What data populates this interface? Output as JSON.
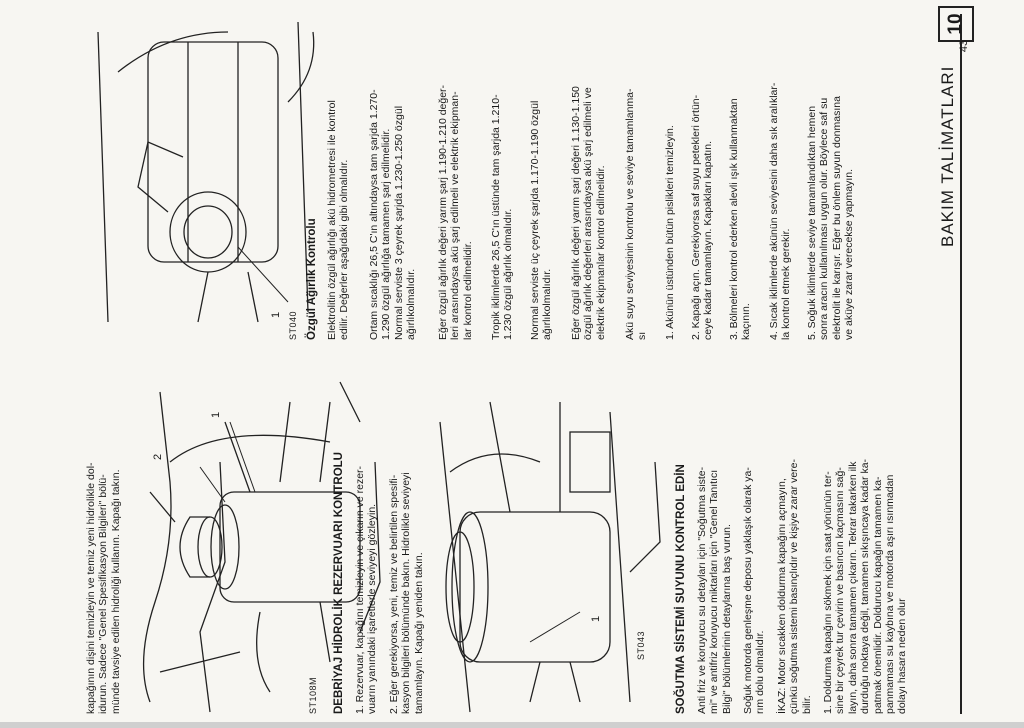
{
  "header": {
    "title": "BAKIM TALİMATLARI",
    "section_number": "10",
    "page_number": "43"
  },
  "left": {
    "intro": "kapağının dişini temizleyin ve temiz yeni hidrolikle dol-\nidurun. Sadece \"Genel Spesifikasyon Bilgileri\" bölü-\nmünde tavsiye edilen hidroliği kullanın. Kapağı takın.",
    "fig1_caption": "ST108M",
    "fig1_labels": [
      "2",
      "1"
    ],
    "clutch_heading": "DEBRİYAJ HİDROLİK REZERVUARI KONTROLU",
    "clutch_p1": "1. Rezervuar, kapağını temizleyin ve çıkarın ve rezer-\nvuarın yanındaki işaretlerle seviyeyi gözleyin.",
    "clutch_p2": "2. Eğer gerekiyorsa, yeni, temiz ve belirtilen spesifi-\nkasyon bilgileri bölümünde bakın. Hidrolikle seviyeyi\ntamamlayın. Kapağı yeniden takın.",
    "fig2_caption": "ST043",
    "fig2_labels": [
      "1"
    ],
    "cooling_heading": "SOĞUTMA SİSTEMİ SUYUNU KONTROL EDİN",
    "cooling_p1": "Anti friz ve koruyucu su detayları için \"Soğutma siste-\nmi\" ve antifriz koruyucu miktarları için \"Genel Tanıtıcı\nBilgi\" bölümlerinin detaylarına baş vurun.",
    "cooling_p2": "Soğuk motorda genleşme deposu yaklaşık olarak ya-\nrım dolu olmalıdır.",
    "cooling_p3": "İKAZ: Motor sıcakken doldurma kapağını açmayın,\nçünkü soğutma sistemi basınçlıdır ve kişiye zarar vere-\nbilir.",
    "cooling_p4": "1. Doldurma kapağını sökmek için saat yönünün ter-\nsine bir çeyrek tur çevirin ve basıncın kaçmasını sağ-\nlayın, daha sonra tamamen çıkarın. Tekrar takarken ilk\ndurduğu noktaya değil, tamamen sıkışıncaya kadar ka-\npatmak önemlidir. Doldurucu kapağın tamamen ka-\npanmaması su kaybına ve motorda aşırı ısınmadan\ndolayı hasara neden olur"
  },
  "right": {
    "fig3_caption": "ST040",
    "fig3_labels": [
      "1"
    ],
    "gravity_heading": "Özgül Ağırlık Kontrolu",
    "g_p1": "Elektrolitin özgül ağırlığı akü hidrometresi ile kontrol\nedilir. Değerler aşağıdaki gibi olmalıdır.",
    "g_p2": "Ortam sıcaklığı 26,5 C'ın altındaysa tam şarjda 1.270-\n1.290 özgül ağırlığa tamamen şarj edilmelidir.\nNormal serviste 3 çeyrek şarjda 1.230-1.250 özgül\nağırlıkolmalıdır.",
    "g_p3": "Eğer özgül ağırlık değeri yarım şarj 1.190-1.210 değer-\nleri arasındaysa akü şarj edilmeli ve elektrik ekipman-\nlar kontrol edilmelidir.",
    "g_p4": "Tropik iklimlerde 26,5 C'ın üstünde tam şarjda 1.210-\n1.230 özgül ağırlık olmalıdır.",
    "g_p5": "Normal serviste üç çeyrek şarjda 1.170-1.190 özgül\nağırlıkolmalıdır.",
    "g_p6": "Eğer özgül ağırlık değeri yarım şarj değeri 1.130-1.150\nözgül ağırlık değerleri arasındaysa akü şarj edilmeli ve\nelektrik ekipmanlar kontrol edilmelidir.",
    "g_p7": "Akü suyu seviyesinin kontrolu ve seviye tamamlanma-\nsı",
    "l_p1": "1. Akünün üstünden bütün pislikleri temizleyin.",
    "l_p2": "2. Kapağı açın. Gerekiyorsa saf suyu petekleri örtün-\nceye kadar tamamlayın. Kapakları kapatın.",
    "l_p3": "3. Bölmeleri kontrol ederken alevli ışık kullanmaktan\nkaçının.",
    "l_p4": "4. Sıcak iklimlerde akünün seviyesini daha sık aralıklar-\nla kontrol etmek gerekir.",
    "l_p5": "5. Soğuk iklimlerde seviye tamamlandıktan hemen\nsonra aracın kullanılması uygun olur. Böylece saf su\nelektrolit ile karışır. Eğer bu önlem suyun donmasına\nve aküye zarar verecekse yapmayın."
  }
}
